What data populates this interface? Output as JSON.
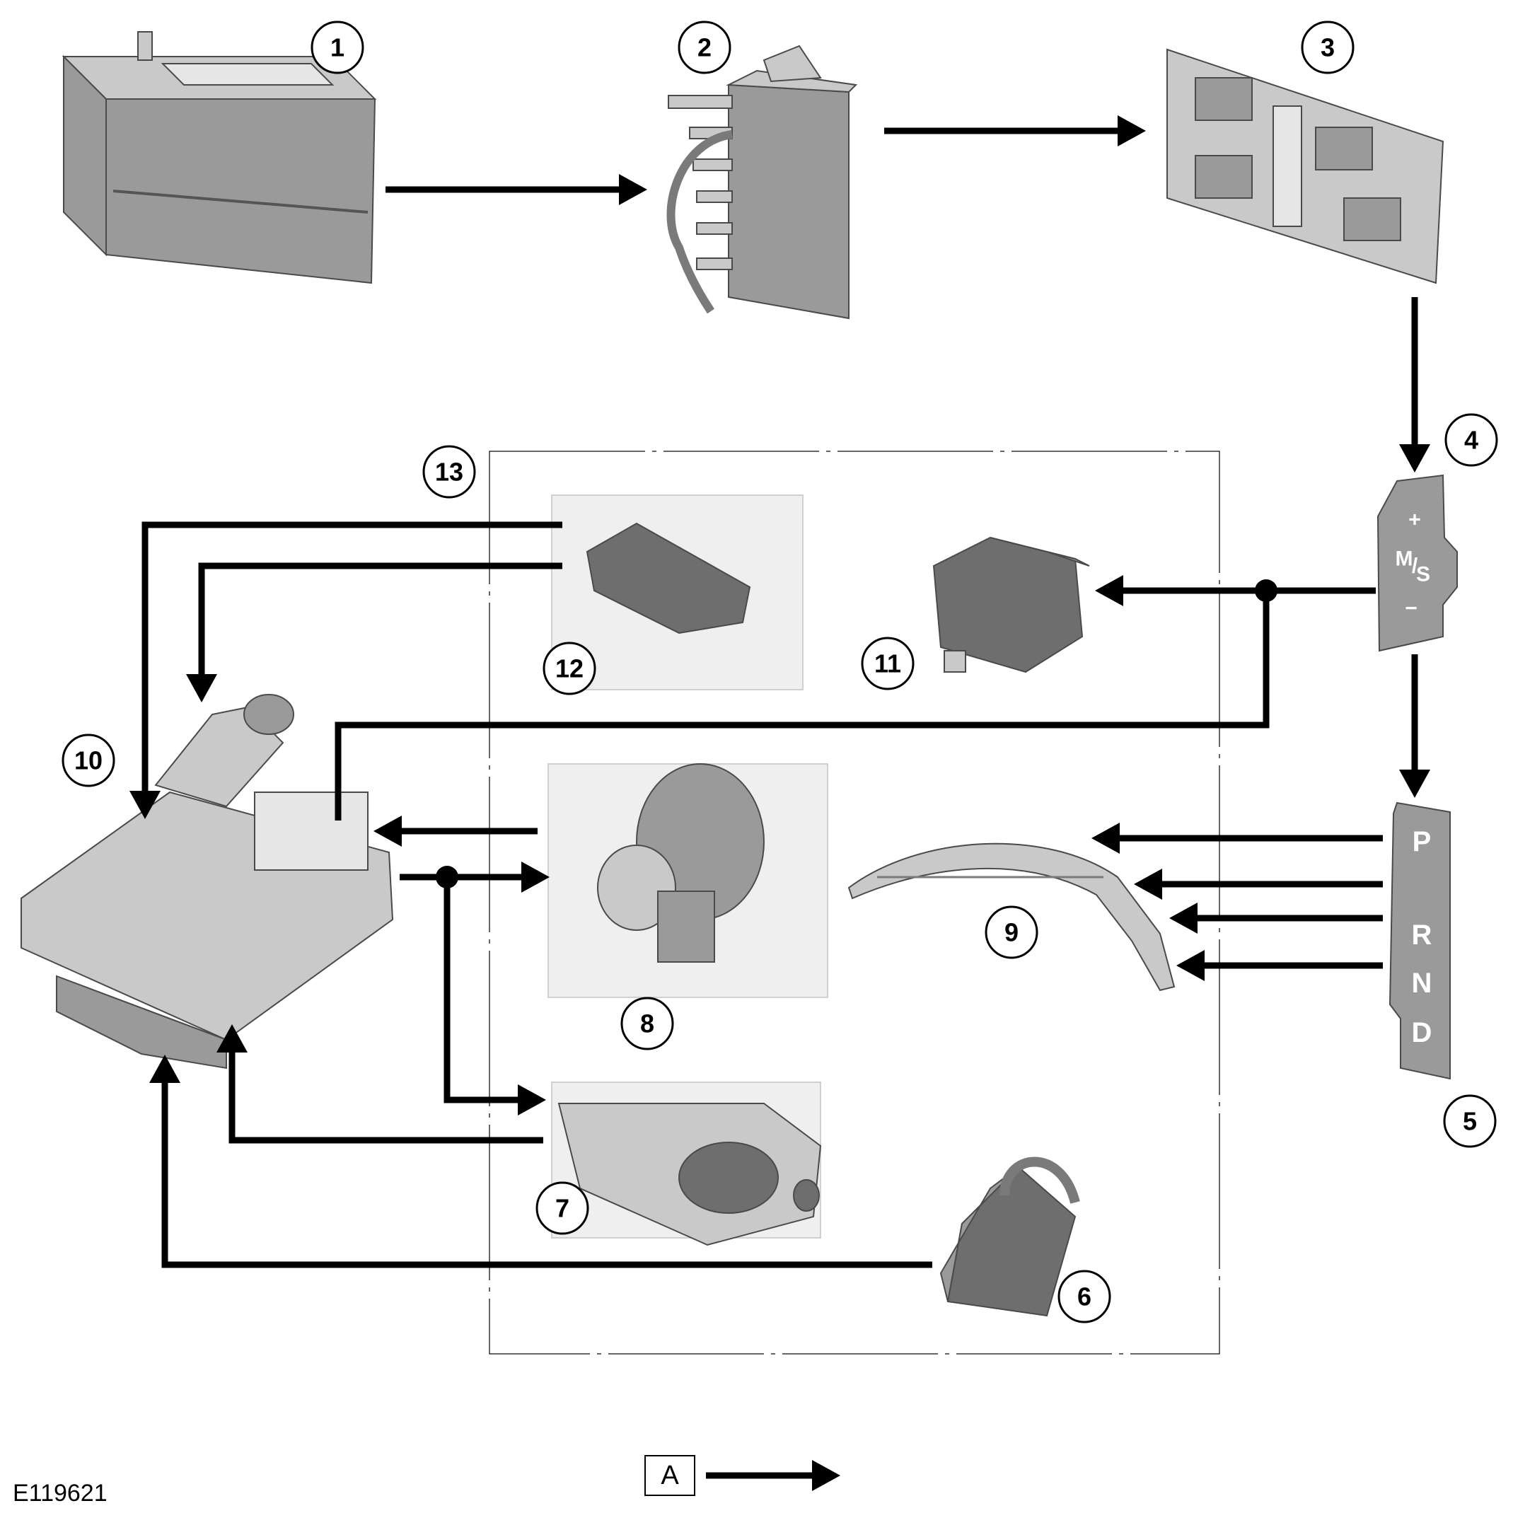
{
  "callouts": [
    "1",
    "2",
    "3",
    "4",
    "5",
    "6",
    "7",
    "8",
    "9",
    "10",
    "11",
    "12",
    "13"
  ],
  "selector": {
    "ms_plus": "+",
    "ms_m": "M",
    "ms_slash": "/",
    "ms_s": "S",
    "ms_minus": "−",
    "gates": [
      "P",
      "R",
      "N",
      "D"
    ]
  },
  "legend": {
    "letter": "A"
  },
  "reference_code": "E119621",
  "colors": {
    "line": "#000000",
    "component_dark": "#6e6e6e",
    "component_light": "#c9c9c9"
  }
}
